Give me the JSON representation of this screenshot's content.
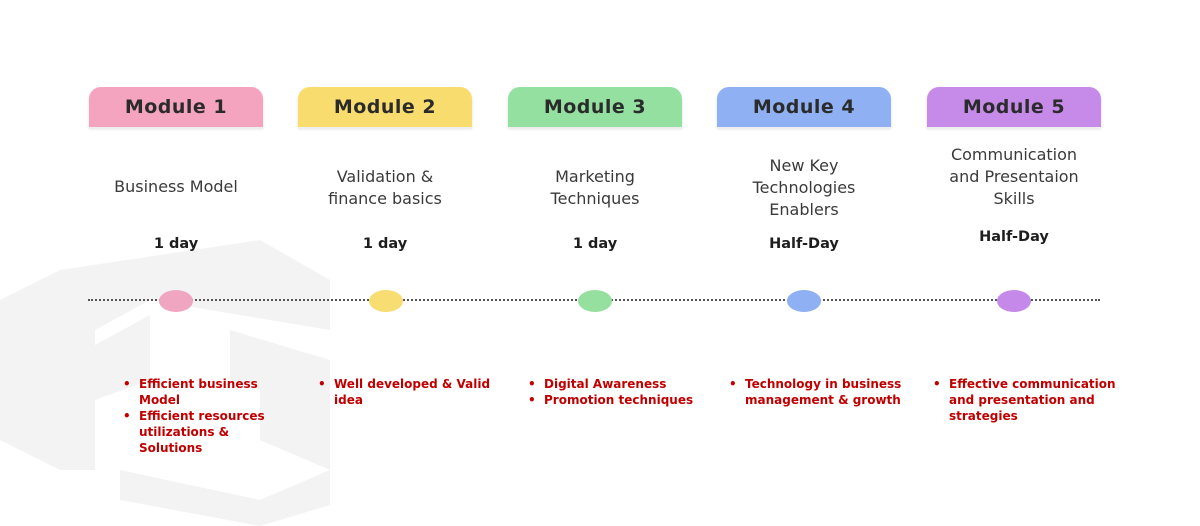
{
  "modules": [
    {
      "label": "Module 1",
      "title_lines": [
        "Business Model"
      ],
      "duration": "1 day",
      "color": "#f4a4bf",
      "dot_color": "#f0a5c0",
      "bullets": [
        "Efficient business Model",
        "Efficient resources utilizations & Solutions"
      ]
    },
    {
      "label": "Module 2",
      "title_lines": [
        "Validation &",
        "finance basics"
      ],
      "duration": "1 day",
      "color": "#f9dc6e",
      "dot_color": "#f8dd72",
      "bullets": [
        "Well developed & Valid idea"
      ]
    },
    {
      "label": "Module 3",
      "title_lines": [
        "Marketing",
        "Techniques"
      ],
      "duration": "1 day",
      "color": "#93e0a0",
      "dot_color": "#95df9f",
      "bullets": [
        "Digital Awareness",
        "Promotion techniques"
      ]
    },
    {
      "label": "Module 4",
      "title_lines": [
        "New Key",
        "Technologies",
        "Enablers"
      ],
      "duration": "Half-Day",
      "color": "#8fb1f3",
      "dot_color": "#8fb0f2",
      "bullets": [
        "Technology in business management & growth"
      ]
    },
    {
      "label": "Module 5",
      "title_lines": [
        "Communication",
        "and Presentaion",
        "Skills"
      ],
      "duration": "Half-Day",
      "color": "#c68be9",
      "dot_color": "#c589ea",
      "bullets": [
        "Effective communication and presentation and strategies"
      ]
    }
  ],
  "colors": {
    "bullet_text": "#c00000",
    "timeline": "#555555"
  }
}
